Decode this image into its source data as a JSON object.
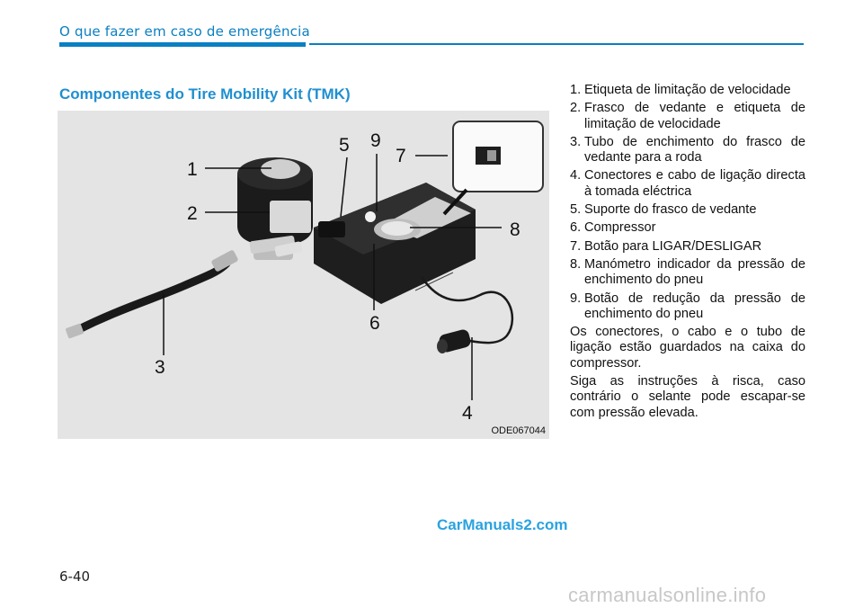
{
  "header": {
    "section_title": "O que fazer em caso de emergência"
  },
  "main": {
    "title": "Componentes do Tire Mobility Kit (TMK)",
    "figure": {
      "code": "ODE067044",
      "labels": [
        "1",
        "2",
        "3",
        "4",
        "5",
        "6",
        "7",
        "8",
        "9"
      ]
    },
    "items": [
      {
        "n": "1.",
        "text": "Etiqueta de limitação de velocidade"
      },
      {
        "n": "2.",
        "text": "Frasco de vedante e etiqueta de limitação de velocidade"
      },
      {
        "n": "3.",
        "text": "Tubo de enchimento do frasco de vedante para a roda"
      },
      {
        "n": "4.",
        "text": "Conectores e cabo de ligação directa à tomada eléctrica"
      },
      {
        "n": "5.",
        "text": "Suporte do frasco de vedante"
      },
      {
        "n": "6.",
        "text": "Compressor"
      },
      {
        "n": "7.",
        "text": "Botão para LIGAR/DESLIGAR"
      },
      {
        "n": "8.",
        "text": "Manómetro indicador da pressão de enchimento do pneu"
      },
      {
        "n": "9.",
        "text": "Botão de redução da pressão de enchimento do pneu"
      }
    ],
    "paragraphs": [
      "Os conectores, o cabo e o tubo de ligação estão guardados na caixa do compressor.",
      "Siga as instruções à risca, caso contrário o selante pode escapar-se com pressão elevada."
    ]
  },
  "footer": {
    "page_number": "6-40",
    "watermark": "CarManuals2.com",
    "site_mark": "carmanualsonline.info"
  },
  "colors": {
    "accent": "#0a7fc2",
    "title": "#1f8fd0",
    "figure_bg": "#e4e4e4"
  }
}
